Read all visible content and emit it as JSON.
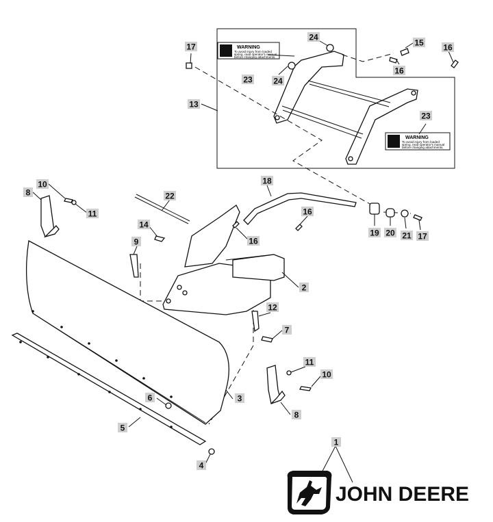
{
  "callouts": [
    {
      "label": "17"
    },
    {
      "label": "24"
    },
    {
      "label": "15"
    },
    {
      "label": "16"
    },
    {
      "label": "23"
    },
    {
      "label": "24"
    },
    {
      "label": "16"
    },
    {
      "label": "13"
    },
    {
      "label": "23"
    },
    {
      "label": "10"
    },
    {
      "label": "8"
    },
    {
      "label": "11"
    },
    {
      "label": "22"
    },
    {
      "label": "18"
    },
    {
      "label": "14"
    },
    {
      "label": "16"
    },
    {
      "label": "16"
    },
    {
      "label": "9"
    },
    {
      "label": "19"
    },
    {
      "label": "20"
    },
    {
      "label": "21"
    },
    {
      "label": "17"
    },
    {
      "label": "2"
    },
    {
      "label": "12"
    },
    {
      "label": "7"
    },
    {
      "label": "11"
    },
    {
      "label": "10"
    },
    {
      "label": "6"
    },
    {
      "label": "3"
    },
    {
      "label": "8"
    },
    {
      "label": "5"
    },
    {
      "label": "4"
    },
    {
      "label": "1"
    }
  ],
  "warning_decal": {
    "title": "WARNING",
    "lines": [
      "To avoid injury from loaded",
      "spring, read operator's manual",
      "before changing attachments."
    ]
  },
  "brand": {
    "name": "JOHN DEERE"
  }
}
